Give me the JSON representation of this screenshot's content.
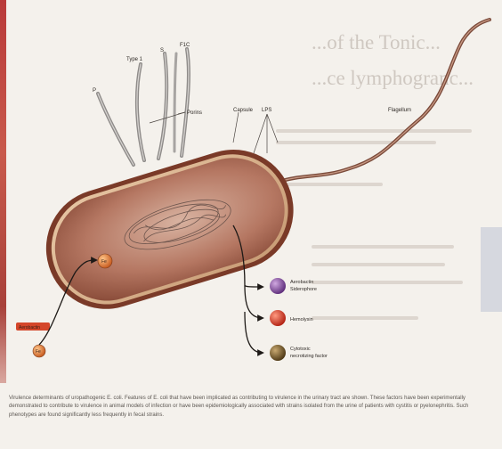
{
  "ghost_text": {
    "line1": "...of the Tonic...",
    "line2": "...ce lymphogranc..."
  },
  "labels": {
    "p": "P",
    "type1": "Type 1",
    "s": "S",
    "f1c": "F1C",
    "porinfimbriae": "Porins",
    "capsule": "Capsule",
    "lps": "LPS",
    "flagellum": "Flagellum",
    "fe": "Fe",
    "aerobactin_outside": "Aerobactin",
    "fe_outside": "Fe",
    "aerobactin_siderophore": "Aerobactin",
    "siderophore": "Siderophore",
    "alt_siderophore": "Siderophore",
    "hemolysin": "Hemolysin",
    "cytotoxic": "Cytotoxic",
    "necrotizing_factor": "necrotizing factor"
  },
  "caption": "Virulence determinants of uropathogenic E. coli. Features of E. coli that have been implicated as contributing to virulence in the urinary tract are shown. These factors have been experimentally demonstrated to contribute to virulence in animal models of infection or have been epidemiologically associated with strains isolated from the urine of patients with cystitis or pyelonephritis. Such phenotypes are found significantly less frequently in fecal strains.",
  "colors": {
    "body": "#b0715a",
    "membrane": "#7a3a28",
    "siderophore_ball": "#8a4aa0",
    "hemolysin_ball": "#d4331f",
    "cnf_ball": "#6d5a20",
    "fe_ball": "#e07a2a"
  }
}
